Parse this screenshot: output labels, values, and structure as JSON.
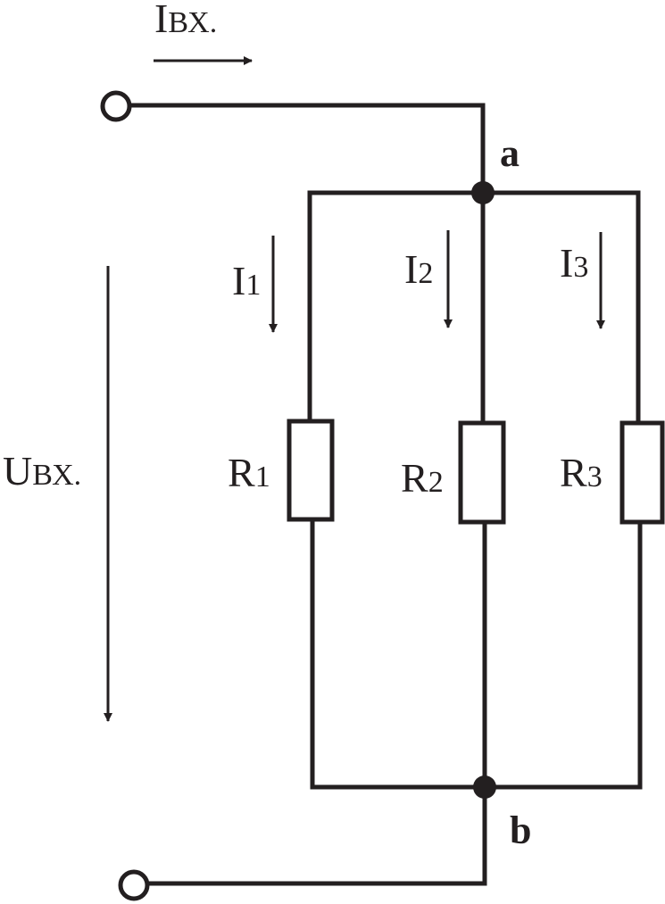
{
  "colors": {
    "ink": "#231f20",
    "background": "#ffffff"
  },
  "input_current": {
    "main": "I",
    "sub": "ВХ."
  },
  "input_voltage": {
    "main": "U",
    "sub": "ВХ."
  },
  "nodes": {
    "top": "a",
    "bottom": "b"
  },
  "branch_currents": [
    {
      "main": "I",
      "sub": "1"
    },
    {
      "main": "I",
      "sub": "2"
    },
    {
      "main": "I",
      "sub": "3"
    }
  ],
  "resistors": [
    {
      "main": "R",
      "sub": "1"
    },
    {
      "main": "R",
      "sub": "2"
    },
    {
      "main": "R",
      "sub": "3"
    }
  ]
}
